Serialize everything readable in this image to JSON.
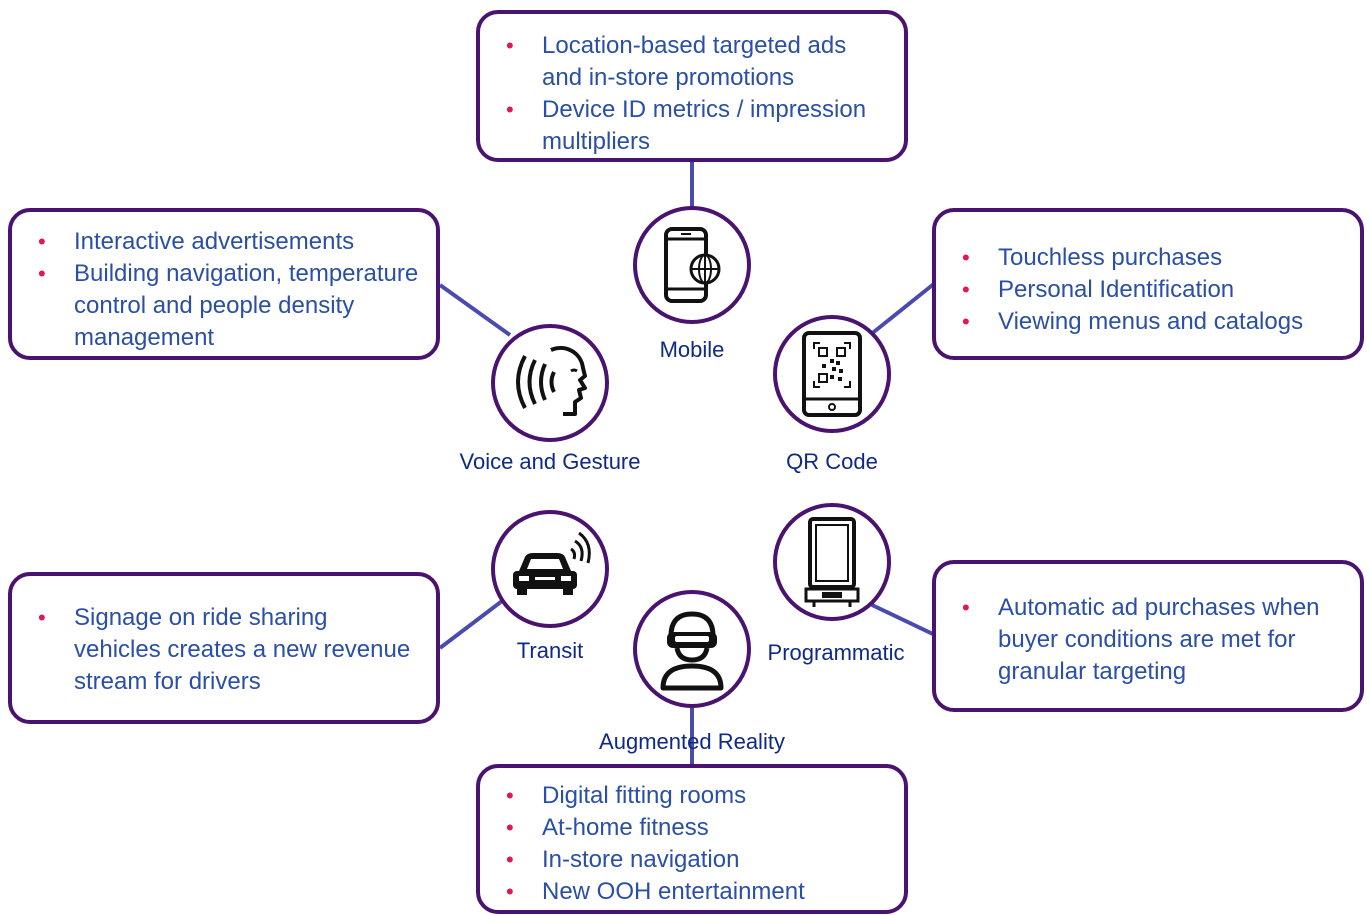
{
  "colors": {
    "box_border": "#4a1370",
    "connector": "#4a4bb0",
    "bullet": "#e0155b",
    "bullet_text": "#2a4fa6",
    "label": "#0f2a82",
    "icon": "#111111"
  },
  "nodes": {
    "mobile": {
      "label": "Mobile",
      "icon": "smartphone-globe-icon",
      "bullets": [
        "Location-based targeted ads and in-store promotions",
        "Device ID metrics / impression multipliers"
      ]
    },
    "voice": {
      "label": "Voice and Gesture",
      "icon": "voice-speaking-head-icon",
      "bullets": [
        "Interactive advertisements",
        "Building navigation, temperature control and people density management"
      ]
    },
    "qr": {
      "label": "QR Code",
      "icon": "tablet-qr-code-icon",
      "bullets": [
        "Touchless purchases",
        "Personal Identification",
        "Viewing menus and catalogs"
      ]
    },
    "transit": {
      "label": "Transit",
      "icon": "connected-car-icon",
      "bullets": [
        "Signage on ride sharing vehicles creates a new revenue stream for drivers"
      ]
    },
    "programmatic": {
      "label": "Programmatic",
      "icon": "digital-billboard-kiosk-icon",
      "bullets": [
        "Automatic ad purchases when buyer conditions are met for granular targeting"
      ]
    },
    "ar": {
      "label": "Augmented Reality",
      "icon": "vr-headset-person-icon",
      "bullets": [
        "Digital fitting rooms",
        "At-home fitness",
        "In-store navigation",
        "New OOH entertainment"
      ]
    }
  }
}
